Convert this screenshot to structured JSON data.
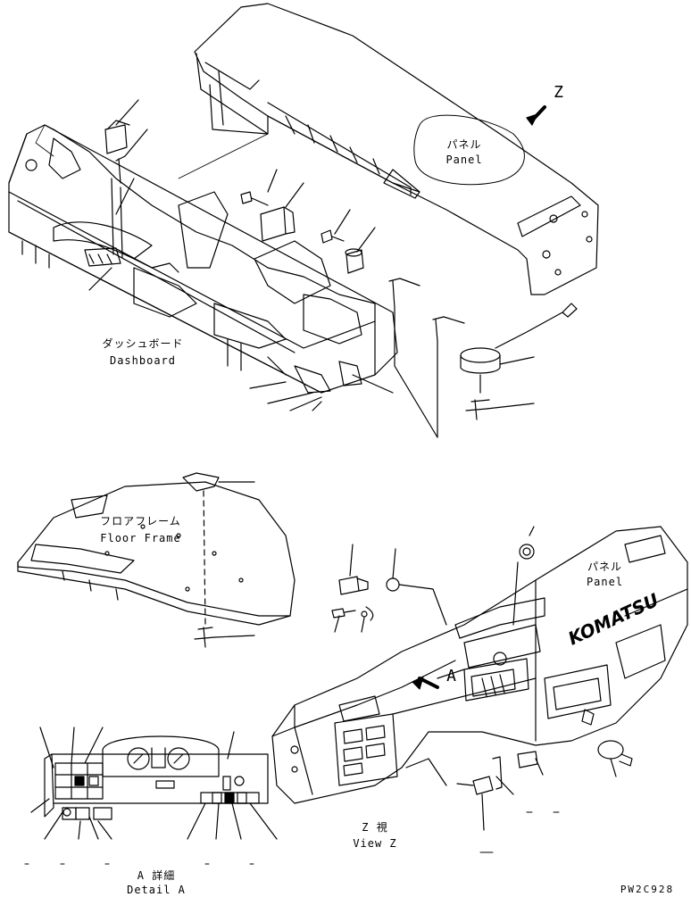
{
  "drawing_code": "PW2C928",
  "labels": {
    "panel_top_jp": "パネル",
    "panel_top_en": "Panel",
    "view_arrow_top": "Z",
    "dashboard_jp": "ダッシュボード",
    "dashboard_en": "Dashboard",
    "floor_frame_jp": "フロアフレーム",
    "floor_frame_en": "Floor Frame",
    "panel_bottom_jp": "パネル",
    "panel_bottom_en": "Panel",
    "view_arrow_bottom": "A",
    "brand_mark": "KOMATSU",
    "view_z_jp": "Z 視",
    "view_z_en": "View Z",
    "detail_a_jp": "A 詳細",
    "detail_a_en": "Detail A"
  }
}
